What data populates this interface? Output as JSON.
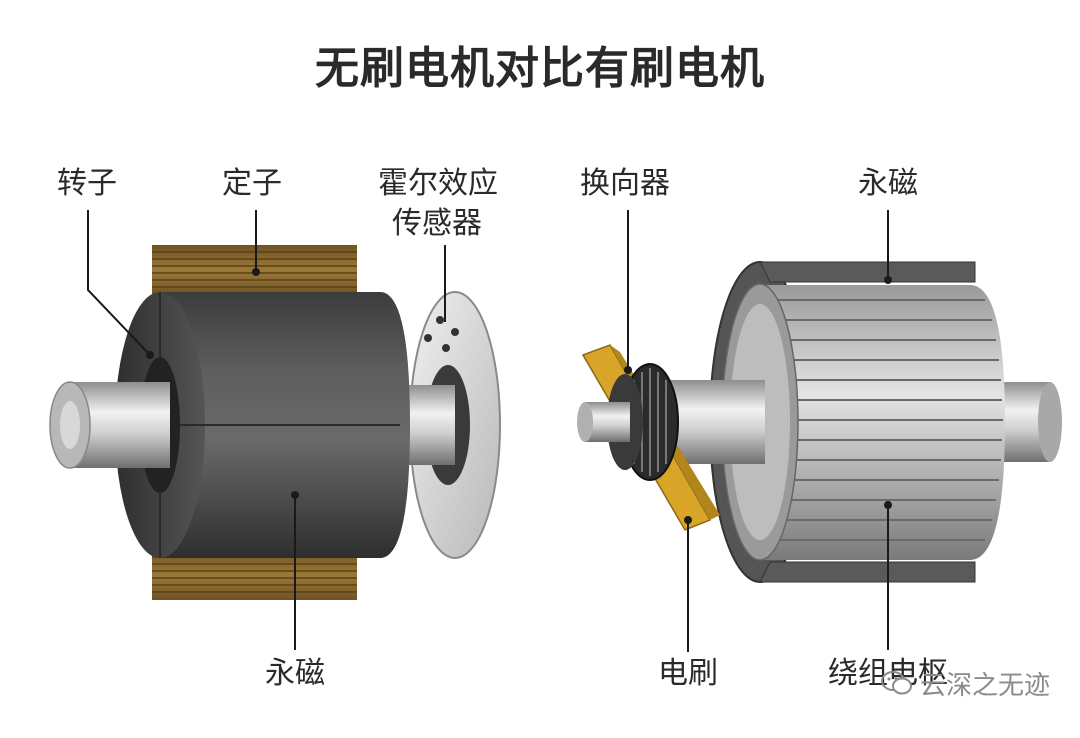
{
  "title": "无刷电机对比有刷电机",
  "labels": {
    "rotor": "转子",
    "stator": "定子",
    "hall_line1": "霍尔效应",
    "hall_line2": "传感器",
    "magnet_left": "永磁",
    "commutator": "换向器",
    "magnet_right": "永磁",
    "brush": "电刷",
    "armature": "绕组电枢"
  },
  "watermark": "云深之无迹",
  "colors": {
    "stator_copper": "#8a6a2e",
    "brush_gold": "#d9a528",
    "housing_dark": "#4a4a4a",
    "shaft_silver": "#c8c8c8"
  }
}
